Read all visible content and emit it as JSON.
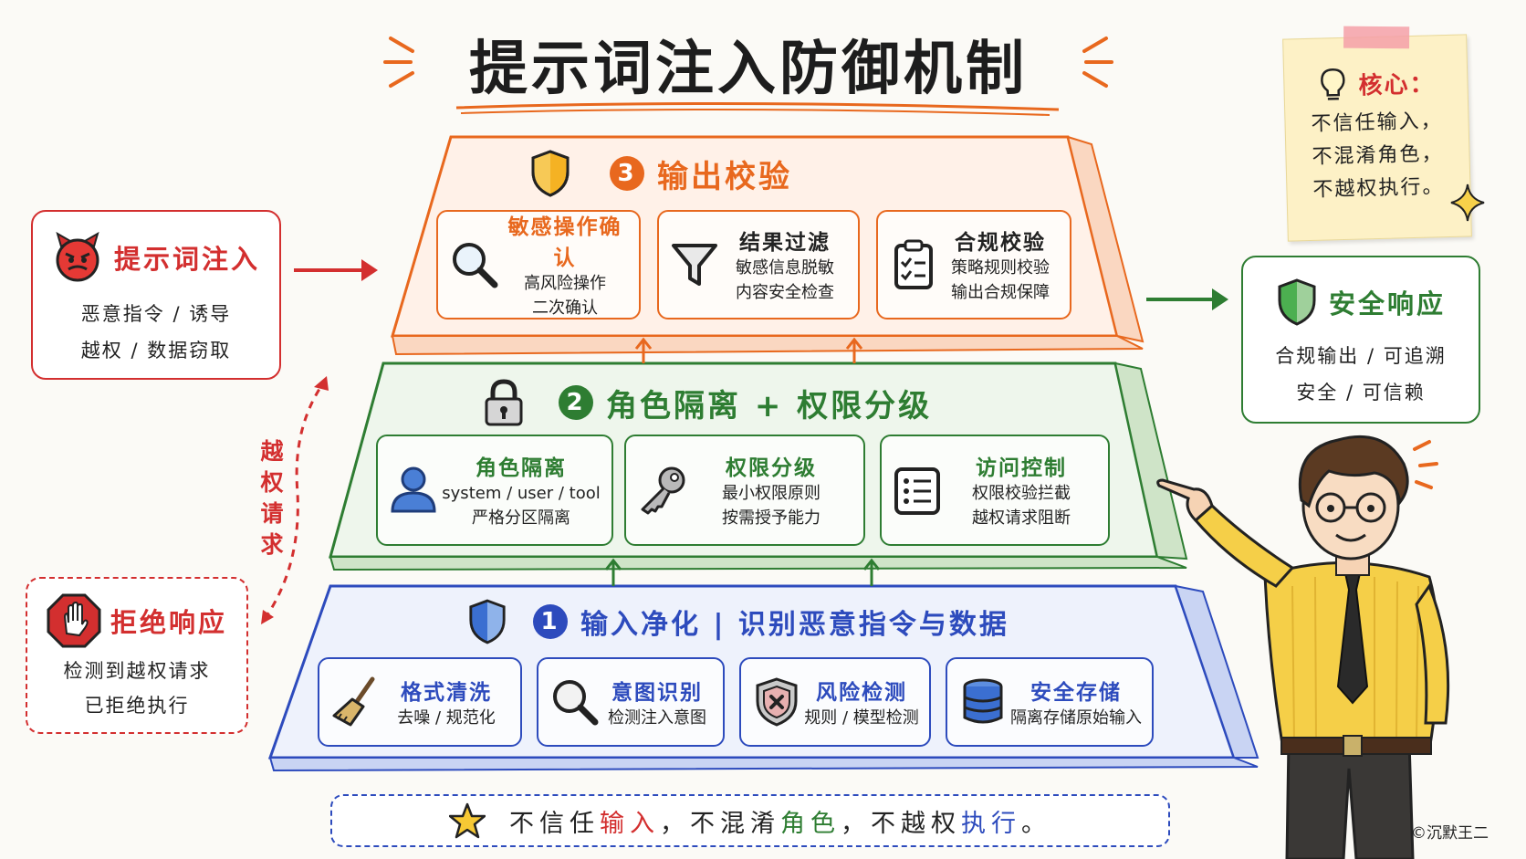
{
  "title": "提示词注入防御机制",
  "colors": {
    "orange": "#e8681e",
    "green": "#2e7d32",
    "blue": "#2d4bbd",
    "red": "#d32f2f"
  },
  "tiers": {
    "output": {
      "number": "3",
      "title": "输出校验",
      "icon": "shield-icon",
      "items": [
        {
          "title": "敏感操作确认",
          "line1": "高风险操作",
          "line2": "二次确认",
          "icon": "magnifier-icon"
        },
        {
          "title": "结果过滤",
          "line1": "敏感信息脱敏",
          "line2": "内容安全检查",
          "icon": "funnel-icon"
        },
        {
          "title": "合规校验",
          "line1": "策略规则校验",
          "line2": "输出合规保障",
          "icon": "clipboard-icon"
        }
      ]
    },
    "role": {
      "number": "2",
      "title": "角色隔离 + 权限分级",
      "icon": "lock-icon",
      "items": [
        {
          "title": "角色隔离",
          "line1": "system / user / tool",
          "line2": "严格分区隔离",
          "icon": "user-icon"
        },
        {
          "title": "权限分级",
          "line1": "最小权限原则",
          "line2": "按需授予能力",
          "icon": "key-icon"
        },
        {
          "title": "访问控制",
          "line1": "权限校验拦截",
          "line2": "越权请求阻断",
          "icon": "checklist-icon"
        }
      ]
    },
    "input": {
      "number": "1",
      "title": "输入净化 | 识别恶意指令与数据",
      "icon": "shield-icon",
      "items": [
        {
          "title": "格式清洗",
          "line1": "去噪 / 规范化",
          "icon": "broom-icon"
        },
        {
          "title": "意图识别",
          "line1": "检测注入意图",
          "icon": "magnifier-icon"
        },
        {
          "title": "风险检测",
          "line1": "规则 / 模型检测",
          "icon": "shield-x-icon"
        },
        {
          "title": "安全存储",
          "line1": "隔离存储原始输入",
          "icon": "database-icon"
        }
      ]
    }
  },
  "injection": {
    "title": "提示词注入",
    "line1": "恶意指令 / 诱导",
    "line2": "越权 / 数据窃取",
    "icon": "devil-icon"
  },
  "reject": {
    "title": "拒绝响应",
    "line1": "检测到越权请求",
    "line2": "已拒绝执行",
    "icon": "stop-hand-icon"
  },
  "escalation_label": "越权请求",
  "safe": {
    "title": "安全响应",
    "line1": "合规输出 / 可追溯",
    "line2": "安全 / 可信赖",
    "icon": "shield-icon"
  },
  "note": {
    "title": "核心：",
    "lines": [
      "不信任输入，",
      "不混淆角色，",
      "不越权执行。"
    ],
    "icon": "lightbulb-icon"
  },
  "motto": {
    "p1": "不信任",
    "k1": "输入",
    "p2": "，不混淆",
    "k2": "角色",
    "p3": "，不越权",
    "k3": "执行",
    "p4": "。",
    "icon": "star-icon"
  },
  "credit": "©沉默王二"
}
